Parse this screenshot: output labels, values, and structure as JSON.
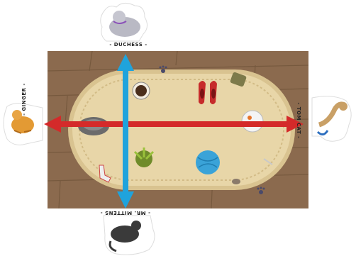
{
  "players": {
    "top": "- DUCHESS -",
    "bottom": "- MR. MITTENS -",
    "left": "- GINGER -",
    "right": "- TOM CAT -"
  },
  "arrows": {
    "vertical_color": "#1fa3dc",
    "horizontal_color": "#d42a2a"
  },
  "colors": {
    "floor": "#8b6a4e",
    "rug": "#e8d6a8",
    "rug_border": "#d9c390"
  }
}
